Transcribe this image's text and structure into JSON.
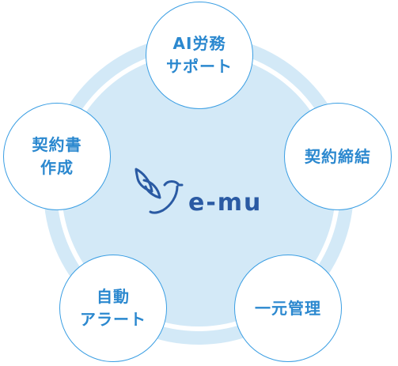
{
  "colors": {
    "ring_fill": "#d3e9f7",
    "ring_stroke": "#ffffff",
    "node_border": "#3a9ee3",
    "node_text": "#2b88cf",
    "logo": "#2a5aa3"
  },
  "logo": {
    "icon": "bird-icon",
    "text": "e-mu"
  },
  "nodes": [
    {
      "id": "ai-support",
      "lines": [
        "AI労務",
        "サポート"
      ]
    },
    {
      "id": "contract-signing",
      "lines": [
        "契約締結"
      ]
    },
    {
      "id": "unified-management",
      "lines": [
        "一元管理"
      ]
    },
    {
      "id": "auto-alert",
      "lines": [
        "自動",
        "アラート"
      ]
    },
    {
      "id": "contract-creation",
      "lines": [
        "契約書",
        "作成"
      ]
    }
  ]
}
